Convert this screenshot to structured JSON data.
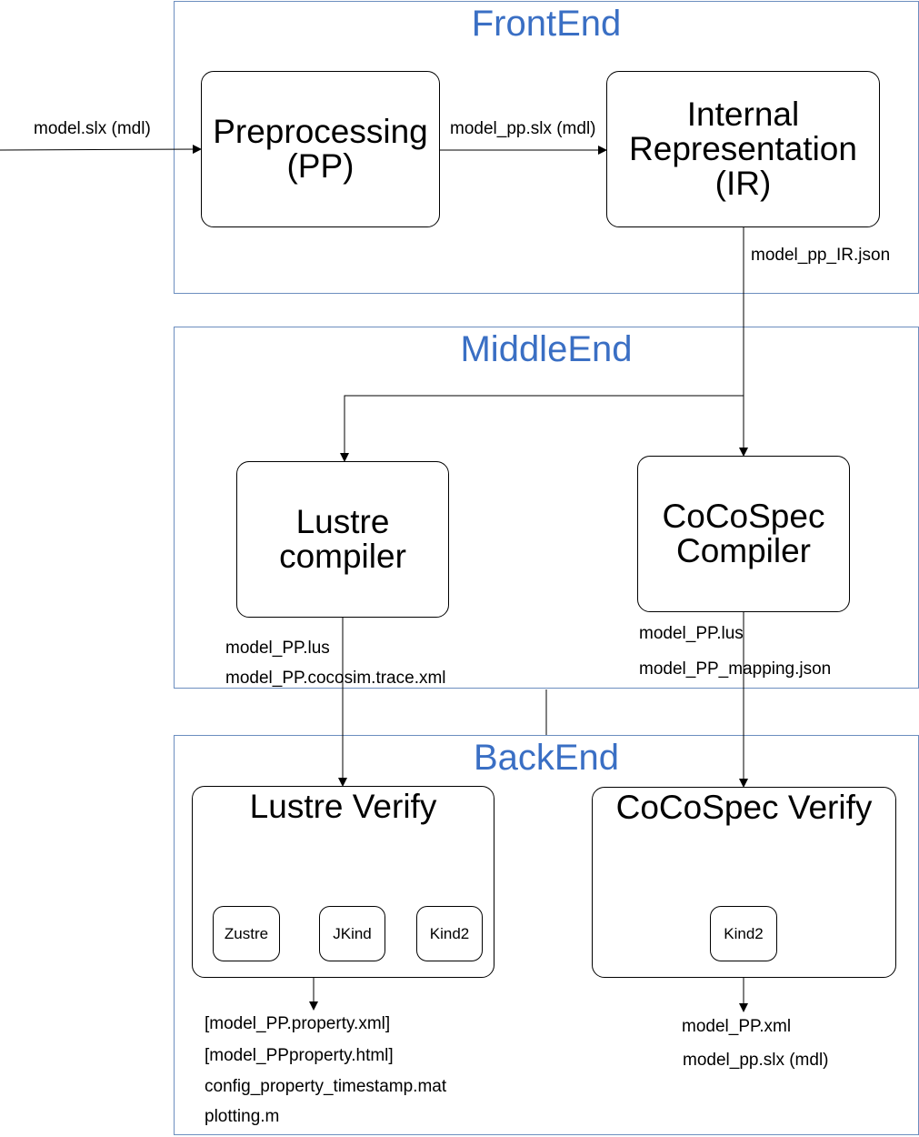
{
  "colors": {
    "section_border": "#6c8ebf",
    "section_title": "#3a6fc4",
    "line": "#000000"
  },
  "frontend": {
    "title": "FrontEnd",
    "input_label": "model.slx (mdl)",
    "preprocessing_label": "Preprocessing\n(PP)",
    "pp_output_label": "model_pp.slx (mdl)",
    "ir_label": "Internal\nRepresentation\n(IR)",
    "ir_output_label": "model_pp_IR.json"
  },
  "middleend": {
    "title": "MiddleEnd",
    "lustre_compiler_label": "Lustre\ncompiler",
    "cocospec_compiler_label": "CoCoSpec\nCompiler",
    "lustre_outputs": [
      "model_PP.lus",
      "model_PP.cocosim.trace.xml"
    ],
    "cocospec_outputs": [
      "model_PP.lus",
      "model_PP_mapping.json"
    ]
  },
  "backend": {
    "title": "BackEnd",
    "lustre_verify": {
      "title": "Lustre Verify",
      "tools": [
        "Zustre",
        "JKind",
        "Kind2"
      ]
    },
    "cocospec_verify": {
      "title": "CoCoSpec Verify",
      "tools": [
        "Kind2"
      ]
    },
    "lustre_outputs": [
      "[model_PP.property.xml]",
      "[model_PPproperty.html]",
      "config_property_timestamp.mat",
      "plotting.m"
    ],
    "cocospec_outputs": [
      "model_PP.xml",
      "model_pp.slx (mdl)"
    ]
  }
}
